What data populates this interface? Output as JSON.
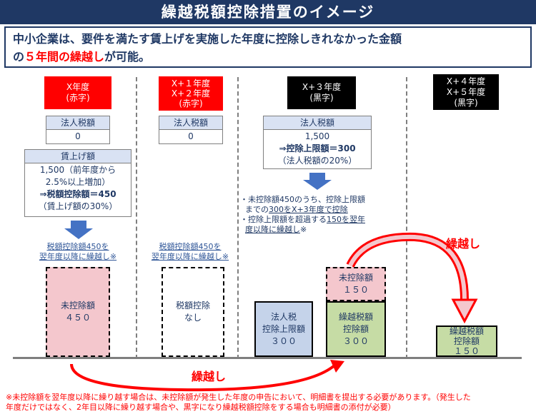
{
  "header": {
    "title": "繰越税額控除措置のイメージ"
  },
  "summary": {
    "line1": "中小企業は、要件を満たす賃上げを実施した年度に控除しきれなかった金額",
    "line2_prefix": "の",
    "line2_red": "５年間の繰越し",
    "line2_suffix": "が可能。"
  },
  "year_labels": {
    "x": {
      "line1": "X年度",
      "line2": "(赤字)"
    },
    "x12": {
      "line1": "X+１年度",
      "line2": "X+２年度",
      "line3": "(赤字)"
    },
    "x3": {
      "line1": "X+３年度",
      "line2": "(黒字)"
    },
    "x45": {
      "line1": "X+４年度",
      "line2": "X+５年度",
      "line3": "(黒字)"
    }
  },
  "col_x": {
    "tax_header": "法人税額",
    "tax_value": "0",
    "wage_header": "賃上げ額",
    "wage_line1": "1,500（前年度から",
    "wage_line2": "2.5%以上増加）",
    "wage_line3": "⇒税額控除額＝450",
    "wage_line4": "（賃上げ額の30%）",
    "carry_note_line1": "税額控除額450を",
    "carry_note_line2": "翌年度以降に繰越し※",
    "bar_line1": "未控除額",
    "bar_line2": "４５０"
  },
  "col_x12": {
    "tax_header": "法人税額",
    "tax_value": "0",
    "carry_note_line1": "税額控除額450を",
    "carry_note_line2": "翌年度以降に繰越し※",
    "bar_line1": "税額控除",
    "bar_line2": "なし"
  },
  "col_x3": {
    "tax_header": "法人税額",
    "tax_value": "1,500",
    "limit_line": "⇒控除上限額＝300",
    "limit_sub": "（法人税額の20%）",
    "note1_a": "・未控除額450のうち、控除上限額",
    "note1_b_pre": "までの",
    "note1_b_u": "300をX+3年度で控除",
    "note2_a_pre": "・控除上限額を超過する",
    "note2_a_u": "150を翌年",
    "note2_b_u": "度以降に繰越し",
    "note2_b_post": "※",
    "bar_blue_line1": "法人税",
    "bar_blue_line2": "控除上限額",
    "bar_blue_line3": "３００",
    "bar_green_line1": "繰越税額",
    "bar_green_line2": "控除額",
    "bar_green_line3": "３００",
    "bar_pink_line1": "未控除額",
    "bar_pink_line2": "１５０"
  },
  "col_x45": {
    "bar_line1": "繰越税額",
    "bar_line2": "控除額",
    "bar_line3": "１５０"
  },
  "arrows": {
    "carry_top": "繰越し",
    "carry_bottom": "繰越し"
  },
  "footnote": {
    "line1": "※未控除額を翌年度以降に繰り越す場合は、未控除額が発生した年度の申告において、明細書を提出する必要があります。（発生した",
    "line2": "年度だけではなく、2年目以降に繰り越す場合や、黒字になり繰越税額控除をする場合も明細書の添付が必要）"
  },
  "colors": {
    "navy": "#1f3864",
    "red": "#ff0000",
    "pink": "#f4c7cd",
    "green": "#c6dca5",
    "blue": "#c5d3ea",
    "arrow_blue": "#4472c4"
  }
}
